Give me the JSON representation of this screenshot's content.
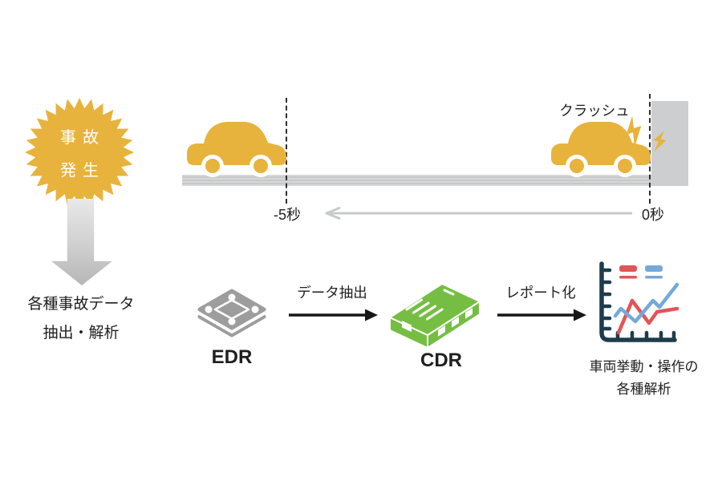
{
  "badge": {
    "line1": "事故",
    "line2": "発生",
    "color": "#E8B33C",
    "text_color": "#ffffff"
  },
  "left_flow": {
    "line1": "各種事故データ",
    "line2": "抽出・解析"
  },
  "timeline": {
    "crash_label": "クラッシュ",
    "minus_label": "-5秒",
    "zero_label": "0秒"
  },
  "flow": {
    "edr_label": "EDR",
    "step1_label": "データ抽出",
    "cdr_label": "CDR",
    "step2_label": "レポート化",
    "result_line1": "車両挙動・操作の",
    "result_line2": "各種解析"
  },
  "colors": {
    "accent_yellow": "#E8B33C",
    "road_gray": "#CBCCCE",
    "device_gray": "#9D9D9D",
    "cdr_green": "#76BE43",
    "chart_axis": "#1D3C4E",
    "chart_red": "#E25556",
    "chart_blue": "#74A9DC",
    "timeline_arrow_gray": "#C9CACB",
    "arrow_black": "#161616"
  },
  "icons": {
    "burst": {
      "spikes": 28,
      "outer_radius": 69,
      "inner_radius": 56
    },
    "mini_chart": {
      "type": "line",
      "series": [
        {
          "name": "red",
          "color": "#E25556",
          "points": [
            [
              35,
              91
            ],
            [
              52,
              51
            ],
            [
              73,
              79
            ],
            [
              83,
              65
            ],
            [
              108,
              61
            ]
          ]
        },
        {
          "name": "blue",
          "color": "#74A9DC",
          "points": [
            [
              31,
              70
            ],
            [
              38,
              61
            ],
            [
              56,
              77
            ],
            [
              78,
              51
            ],
            [
              86,
              59
            ],
            [
              108,
              31
            ]
          ]
        }
      ]
    }
  }
}
